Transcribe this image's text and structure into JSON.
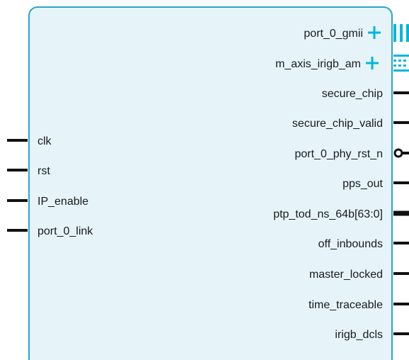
{
  "block": {
    "fill_color": "#e6f4fa",
    "border_color": "#2aa6c7",
    "accent_color": "#00b4e0",
    "pin_color": "#111111"
  },
  "inputs": [
    {
      "name": "clk",
      "pin": "input-line"
    },
    {
      "name": "rst",
      "pin": "input-line"
    },
    {
      "name": "IP_enable",
      "pin": "input-line"
    },
    {
      "name": "port_0_link",
      "pin": "input-line"
    }
  ],
  "outputs": [
    {
      "name": "port_0_gmii",
      "pin": "interface-bus",
      "expand": "plus-icon"
    },
    {
      "name": "m_axis_irigb_am",
      "pin": "axi-stream-bus",
      "expand": "plus-icon"
    },
    {
      "name": "secure_chip",
      "pin": "output-line"
    },
    {
      "name": "secure_chip_valid",
      "pin": "output-line"
    },
    {
      "name": "port_0_phy_rst_n",
      "pin": "active-low-output"
    },
    {
      "name": "pps_out",
      "pin": "output-line"
    },
    {
      "name": "ptp_tod_ns_64b[63:0]",
      "pin": "output-bus"
    },
    {
      "name": "off_inbounds",
      "pin": "output-line"
    },
    {
      "name": "master_locked",
      "pin": "output-line"
    },
    {
      "name": "time_traceable",
      "pin": "output-line"
    },
    {
      "name": "irigb_dcls",
      "pin": "output-line"
    }
  ]
}
